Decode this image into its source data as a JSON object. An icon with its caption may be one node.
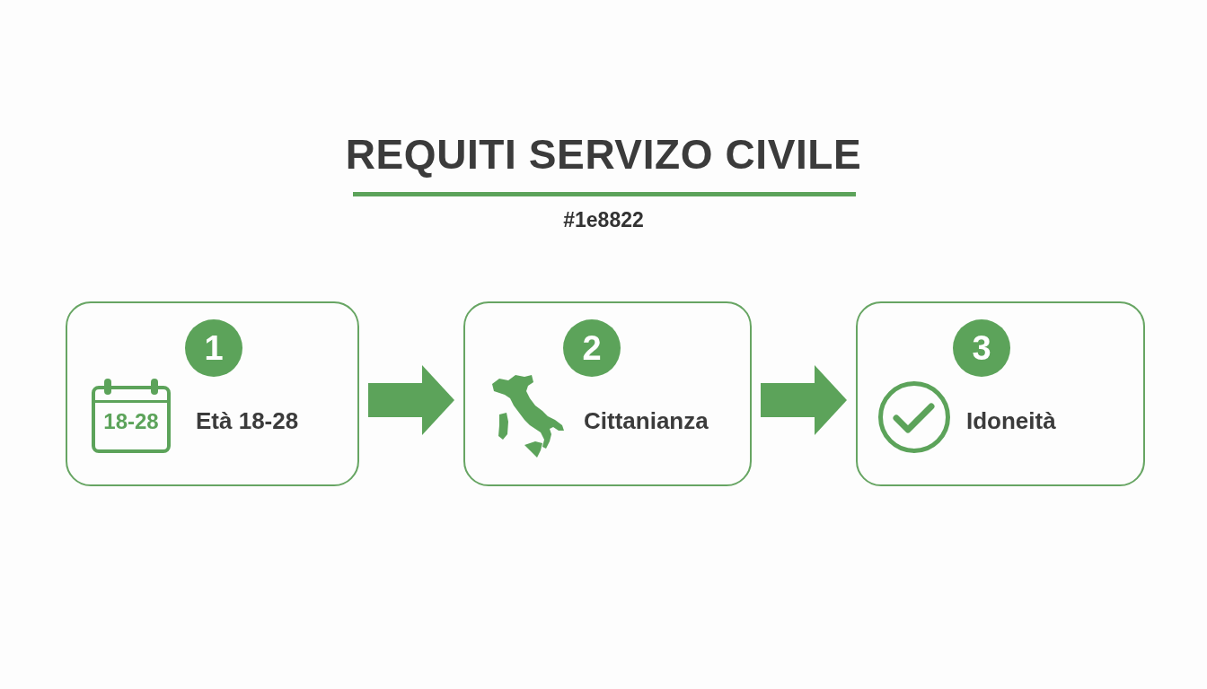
{
  "diagram": {
    "title": "REQUITI SERVIZO CIVILE",
    "nodes": [
      {
        "text": [
          "Età 18-28"
        ]
      },
      {
        "text": [
          "1"
        ],
        "in": 0
      },
      {
        "text": [
          "18-28"
        ],
        "in": 0
      },
      {
        "text": [
          "Cittanianza"
        ]
      },
      {
        "text": [
          "2"
        ],
        "in": 3
      },
      {
        "text": [
          "Idoneità"
        ]
      },
      {
        "text": [
          "3"
        ],
        "in": 5
      }
    ],
    "edges": [
      {
        "from": 0,
        "to": 3,
        "arrow": "to"
      },
      {
        "from": 3,
        "to": 5,
        "arrow": "to"
      }
    ],
    "labels": [
      "#1e8822"
    ]
  }
}
